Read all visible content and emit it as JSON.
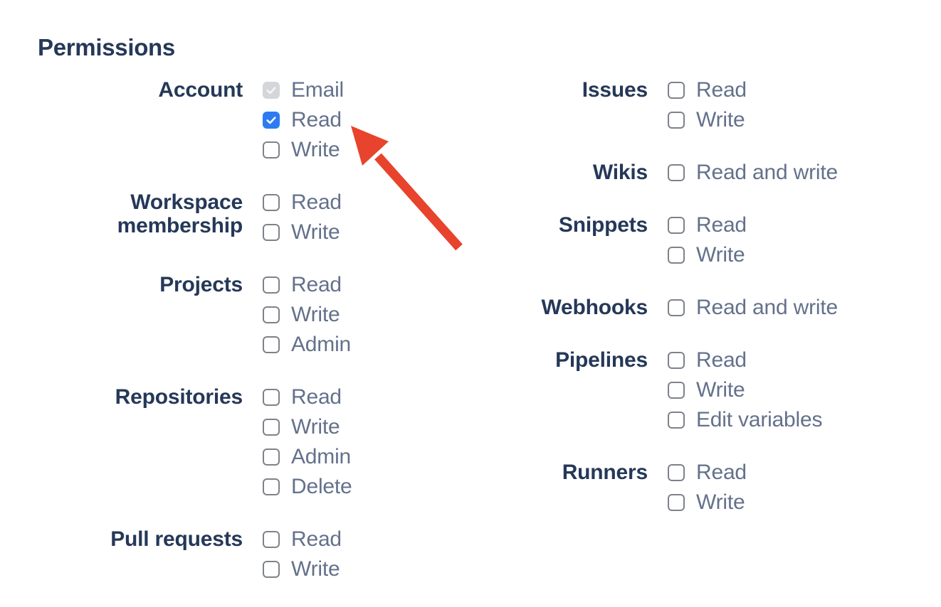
{
  "page": {
    "title": "Permissions"
  },
  "colors": {
    "heading_navy": "#253858",
    "label_gray_blue": "#64718B",
    "checkbox_checked_blue": "#2C7BF2",
    "checkbox_disabled_gray": "#D4D6DA",
    "checkbox_border_gray": "#7E828A",
    "annotation_arrow_red": "#E8432C",
    "background": "#FFFFFF"
  },
  "permissions": {
    "left": [
      {
        "label": "Account",
        "items": [
          {
            "label": "Email",
            "state": "checked-disabled"
          },
          {
            "label": "Read",
            "state": "checked"
          },
          {
            "label": "Write",
            "state": "unchecked"
          }
        ]
      },
      {
        "label": "Workspace membership",
        "items": [
          {
            "label": "Read",
            "state": "unchecked"
          },
          {
            "label": "Write",
            "state": "unchecked"
          }
        ]
      },
      {
        "label": "Projects",
        "items": [
          {
            "label": "Read",
            "state": "unchecked"
          },
          {
            "label": "Write",
            "state": "unchecked"
          },
          {
            "label": "Admin",
            "state": "unchecked"
          }
        ]
      },
      {
        "label": "Repositories",
        "items": [
          {
            "label": "Read",
            "state": "unchecked"
          },
          {
            "label": "Write",
            "state": "unchecked"
          },
          {
            "label": "Admin",
            "state": "unchecked"
          },
          {
            "label": "Delete",
            "state": "unchecked"
          }
        ]
      },
      {
        "label": "Pull requests",
        "items": [
          {
            "label": "Read",
            "state": "unchecked"
          },
          {
            "label": "Write",
            "state": "unchecked"
          }
        ]
      }
    ],
    "right": [
      {
        "label": "Issues",
        "items": [
          {
            "label": "Read",
            "state": "unchecked"
          },
          {
            "label": "Write",
            "state": "unchecked"
          }
        ]
      },
      {
        "label": "Wikis",
        "items": [
          {
            "label": "Read and write",
            "state": "unchecked"
          }
        ]
      },
      {
        "label": "Snippets",
        "items": [
          {
            "label": "Read",
            "state": "unchecked"
          },
          {
            "label": "Write",
            "state": "unchecked"
          }
        ]
      },
      {
        "label": "Webhooks",
        "items": [
          {
            "label": "Read and write",
            "state": "unchecked"
          }
        ]
      },
      {
        "label": "Pipelines",
        "items": [
          {
            "label": "Read",
            "state": "unchecked"
          },
          {
            "label": "Write",
            "state": "unchecked"
          },
          {
            "label": "Edit variables",
            "state": "unchecked"
          }
        ]
      },
      {
        "label": "Runners",
        "items": [
          {
            "label": "Read",
            "state": "unchecked"
          },
          {
            "label": "Write",
            "state": "unchecked"
          }
        ]
      }
    ]
  }
}
